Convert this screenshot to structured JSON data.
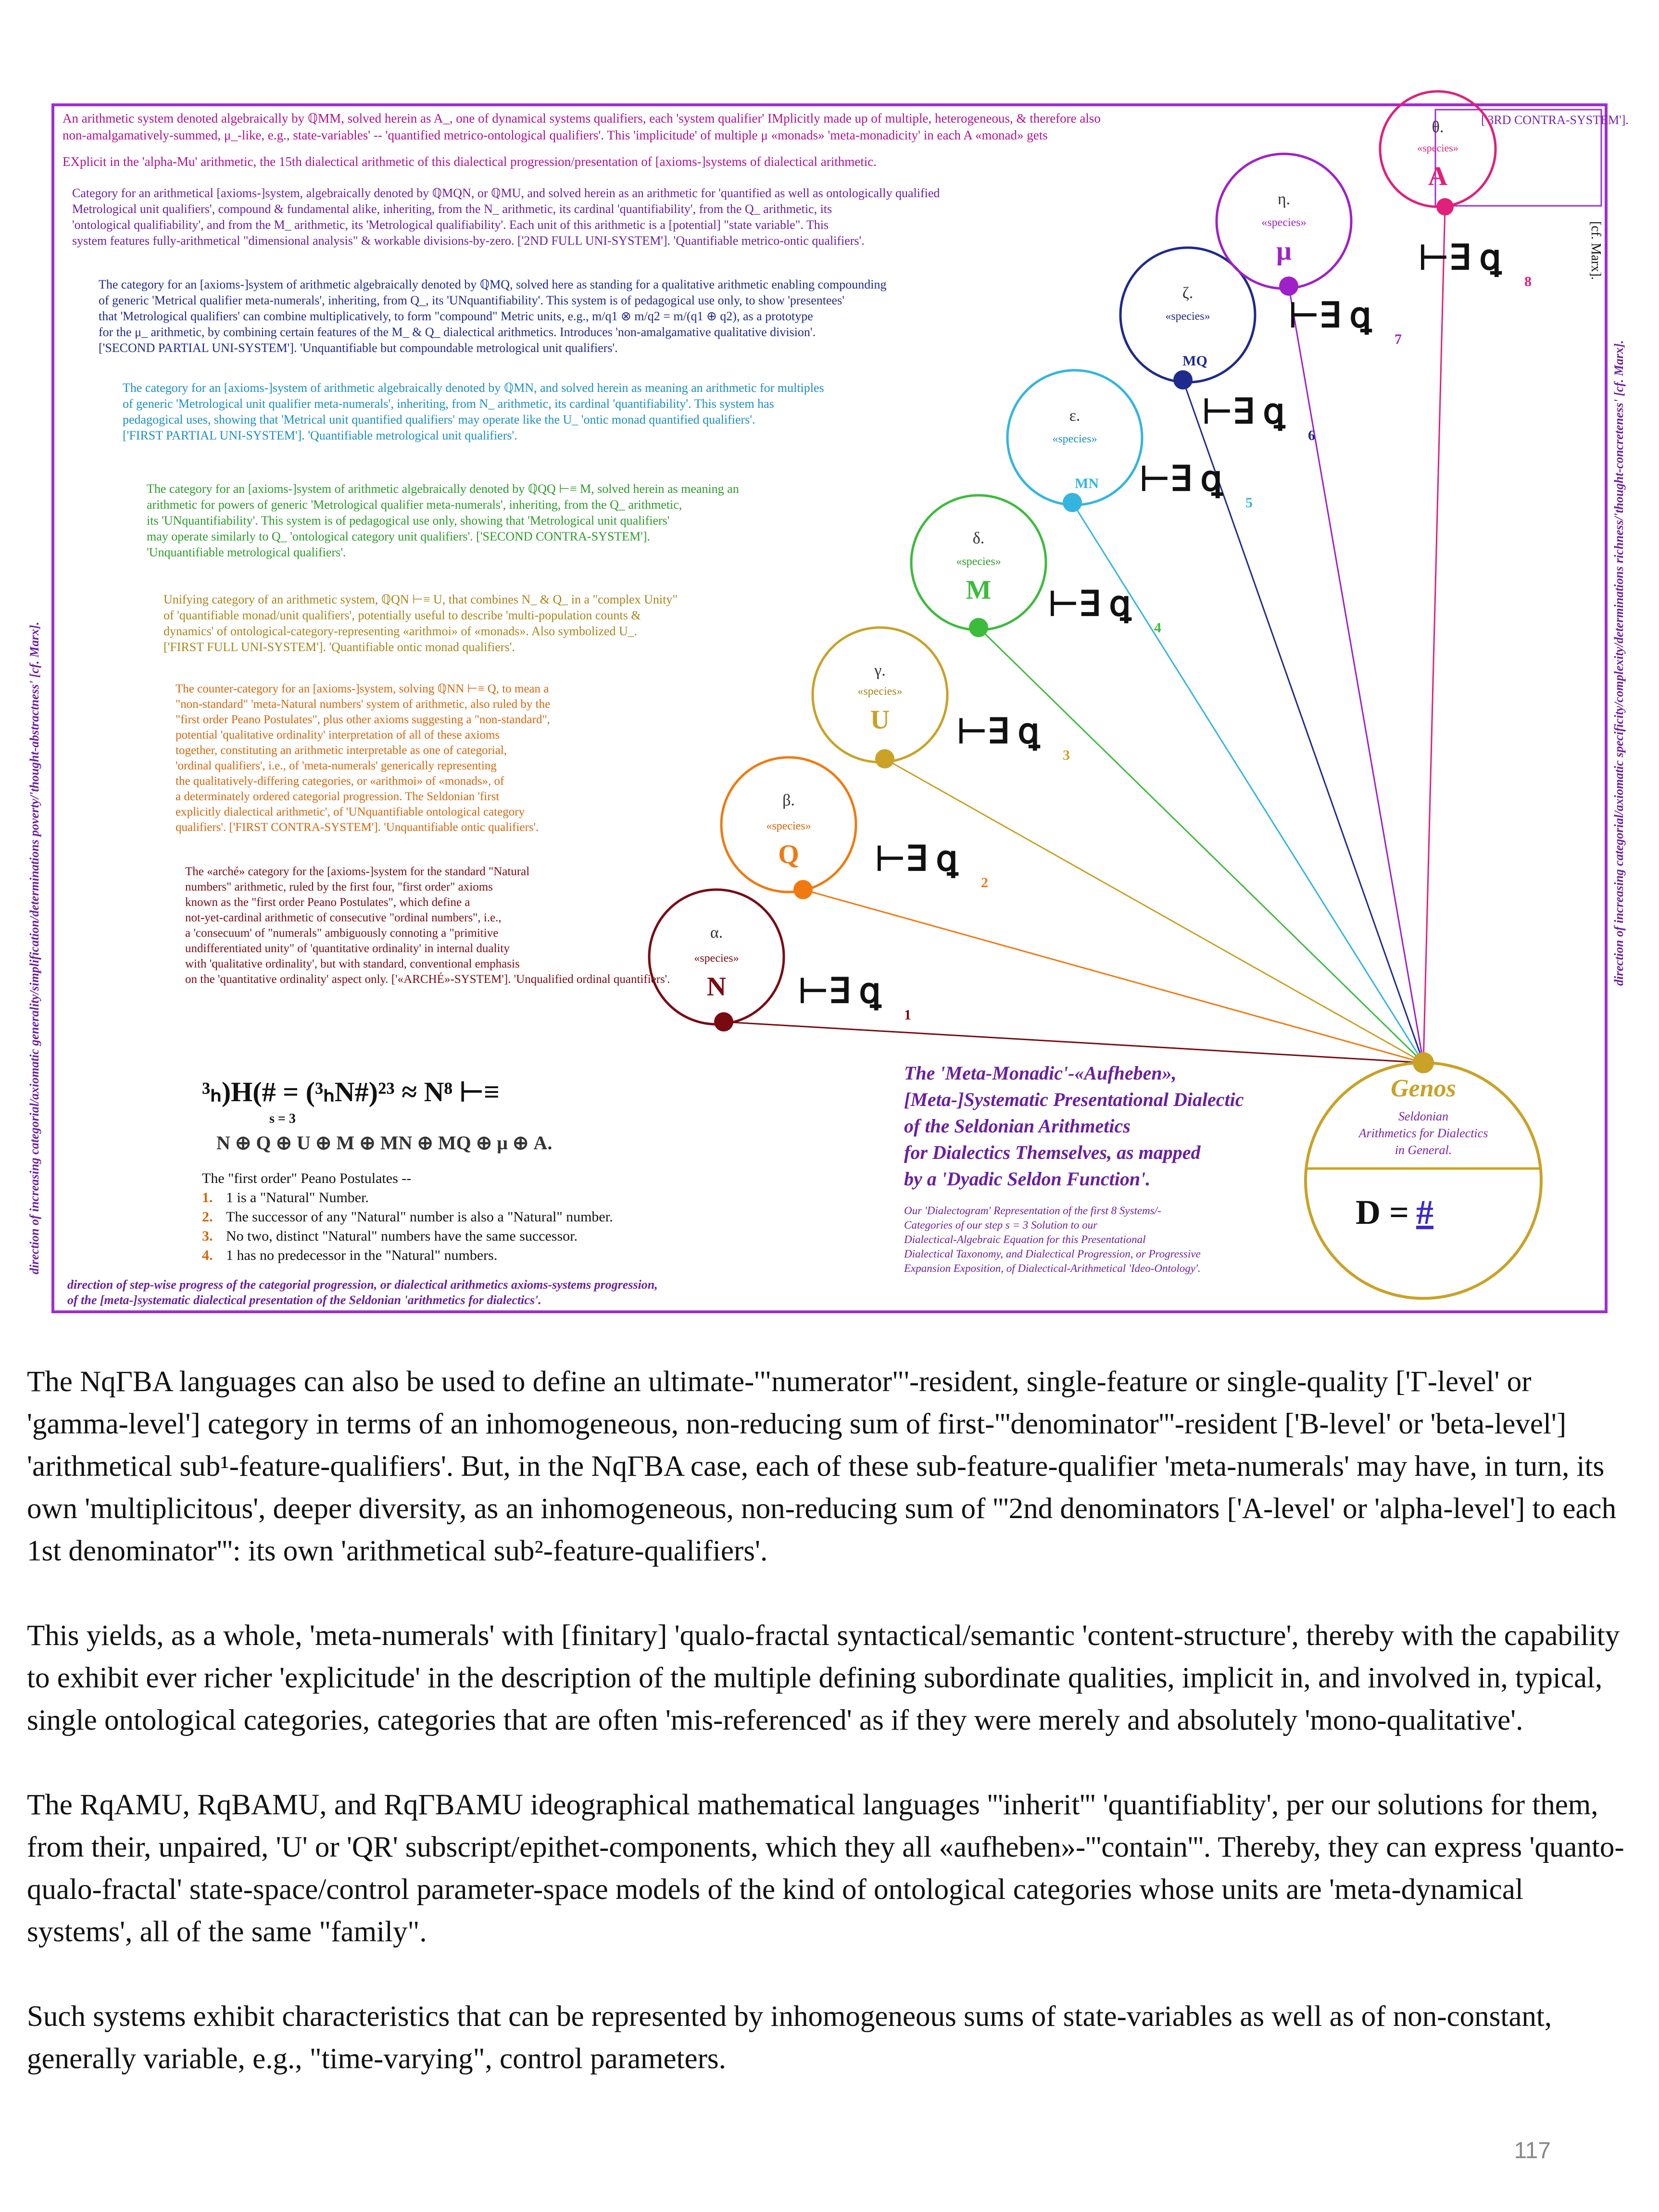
{
  "header_text": {
    "line1": "An arithmetic system denoted algebraically by ℚMM, solved herein as A_, one of dynamical systems qualifiers, each 'system qualifier' IMplicitly made up of multiple, heterogeneous, & therefore also",
    "line2": "non-amalgamatively-summed, μ_-like, e.g., state-variables' -- 'quantified metrico-ontological qualifiers'. This 'implicitude' of multiple μ «monads» 'meta-monadicity' in each A «monad» gets",
    "line3": "EXplicit in the 'alpha-Mu' arithmetic, the 15th dialectical arithmetic of this dialectical progression/presentation of [axioms-]systems of dialectical arithmetic.",
    "tag": "['3RD CONTRA-SYSTEM'].",
    "cf": "[cf. Marx]."
  },
  "blocks": [
    {
      "lines": [
        "Category for an arithmetical [axioms-]system, algebraically denoted by ℚMQN, or ℚMU, and solved herein as an arithmetic for 'quantified as well as ontologically qualified",
        "Metrological unit qualifiers', compound & fundamental alike, inheriting, from the N_ arithmetic, its cardinal 'quantifiability', from the Q_ arithmetic, its",
        "'ontological qualifiability', and from the M_ arithmetic, its 'Metrological qualifiability'. Each unit of this arithmetic is a [potential] \"state variable\". This",
        "system features fully-arithmetical \"dimensional analysis\" & workable divisions-by-zero. ['2ND FULL UNI-SYSTEM']. 'Quantifiable metrico-ontic qualifiers'."
      ]
    },
    {
      "lines": [
        "The category for an [axioms-]system of arithmetic algebraically denoted by ℚMQ, solved here as standing for a qualitative arithmetic enabling compounding",
        "of generic 'Metrical qualifier meta-numerals', inheriting, from Q_, its 'UNquantifiability'. This system is of pedagogical use only, to show 'presentees'",
        "that 'Metrological qualifiers' can combine multiplicatively, to form \"compound\" Metric units, e.g., m/q1 ⊗ m/q2 = m/(q1 ⊕ q2), as a prototype",
        "for the μ_ arithmetic, by combining certain features of the M_ & Q_ dialectical arithmetics. Introduces 'non-amalgamative qualitative division'.",
        "['SECOND PARTIAL UNI-SYSTEM']. 'Unquantifiable but compoundable metrological unit qualifiers'."
      ]
    },
    {
      "lines": [
        "The category for an [axioms-]system of arithmetic algebraically denoted by ℚMN, and solved herein as meaning an arithmetic for multiples",
        "of generic 'Metrological unit qualifier meta-numerals', inheriting, from N_ arithmetic, its cardinal 'quantifiability'. This system has",
        "pedagogical uses, showing that 'Metrical unit quantified qualifiers' may operate like the U_ 'ontic monad quantified qualifiers'.",
        "['FIRST PARTIAL UNI-SYSTEM']. 'Quantifiable metrological unit qualifiers'."
      ]
    },
    {
      "lines": [
        "The category for an [axioms-]system of arithmetic algebraically denoted by ℚQQ ⊢≡ M, solved herein as meaning an",
        "arithmetic for powers of generic 'Metrological qualifier meta-numerals', inheriting, from the Q_ arithmetic,",
        "its 'UNquantifiability'. This system is of pedagogical use only, showing that 'Metrological unit qualifiers'",
        "may operate similarly to Q_ 'ontological category unit qualifiers'. ['SECOND CONTRA-SYSTEM'].",
        "'Unquantifiable metrological qualifiers'."
      ]
    },
    {
      "lines": [
        "Unifying category of an arithmetic system, ℚQN ⊢≡ U, that combines N_ & Q_ in a \"complex Unity\"",
        "of 'quantifiable monad/unit qualifiers', potentially useful to describe 'multi-population counts &",
        "dynamics' of ontological-category-representing «arithmoi» of «monads». Also symbolized U_.",
        "['FIRST FULL UNI-SYSTEM']. 'Quantifiable ontic monad qualifiers'."
      ]
    },
    {
      "lines": [
        "The counter-category for an [axioms-]system, solving ℚNN ⊢≡ Q, to mean a",
        "\"non-standard\" 'meta-Natural numbers' system of arithmetic, also ruled by the",
        "\"first order Peano Postulates\", plus other axioms suggesting a \"non-standard\",",
        "potential 'qualitative ordinality' interpretation of all of these axioms",
        "together, constituting an arithmetic interpretable as one of categorial,",
        "'ordinal qualifiers', i.e., of 'meta-numerals' generically representing",
        "the qualitatively-differing categories, or «arithmoi» of «monads», of",
        "a determinately ordered categorial progression. The Seldonian 'first",
        "explicitly dialectical arithmetic', of 'UNquantifiable ontological category",
        "qualifiers'. ['FIRST CONTRA-SYSTEM']. 'Unquantifiable ontic qualifiers'."
      ]
    },
    {
      "lines": [
        "The «arché» category for the [axioms-]system for the standard \"Natural",
        "numbers\" arithmetic, ruled by the first four, \"first order\" axioms",
        "known as the \"first order Peano Postulates\", which define a",
        "not-yet-cardinal arithmetic of consecutive \"ordinal numbers\", i.e.,",
        "a 'consecuum' of \"numerals\" ambiguously connoting a \"primitive",
        "undifferentiated unity\" of 'quantitative ordinality' in internal duality",
        "with 'qualitative ordinality', but with standard, conventional emphasis",
        "on the 'quantitative ordinality' aspect only. ['«ARCHÉ»-SYSTEM']. 'Unqualified ordinal quantifiers'."
      ]
    }
  ],
  "species": [
    {
      "greek": "α.",
      "label": "«species»",
      "letter": "N",
      "num": "1",
      "color": "#7a0a12"
    },
    {
      "greek": "β.",
      "label": "«species»",
      "letter": "Q",
      "num": "2",
      "color": "#f07a10"
    },
    {
      "greek": "γ.",
      "label": "«species»",
      "letter": "U",
      "num": "3",
      "color": "#c9a227"
    },
    {
      "greek": "δ.",
      "label": "«species»",
      "letter": "M",
      "num": "4",
      "color": "#3dbb3d"
    },
    {
      "greek": "ε.",
      "label": "«species»",
      "letter": "MN",
      "num": "5",
      "color": "#33b5e0"
    },
    {
      "greek": "ζ.",
      "label": "«species»",
      "letter": "MQ",
      "num": "6",
      "color": "#1e2a8c"
    },
    {
      "greek": "η.",
      "label": "«species»",
      "letter": "μ",
      "num": "7",
      "color": "#a020c8"
    },
    {
      "greek": "θ.",
      "label": "«species»",
      "letter": "A",
      "num": "8",
      "color": "#e0207a"
    }
  ],
  "genos": {
    "title": "Genos",
    "line1": "Seldonian",
    "line2": "Arithmetics for Dialectics",
    "line3": "in General.",
    "formula_left": "D =",
    "formula_right": "#"
  },
  "title_box": {
    "line1": "The 'Meta-Monadic'-«Aufheben»,",
    "line2": "[Meta-]Systematic Presentational Dialectic",
    "line3": "of the Seldonian Arithmetics",
    "line4": "for Dialectics Themselves, as mapped",
    "line5": "by a 'Dyadic Seldon Function'.",
    "sub1": "Our 'Dialectogram' Representation of the first 8 Systems/-",
    "sub2": "Categories of our step s = 3 Solution to our",
    "sub3": "Dialectical-Algebraic Equation for this Presentational",
    "sub4": "Dialectical Taxonomy, and Dialectical Progression, or Progressive",
    "sub5": "Expansion Exposition, of Dialectical-Arithmetical 'Ideo-Ontology'."
  },
  "equation": {
    "main": "³ₕ)H(# = (³ₕN#)²³ ≈ N⁸ ⊢≡",
    "s": "s = 3",
    "sum": "N ⊕ Q ⊕ U ⊕ M ⊕ MN ⊕ MQ ⊕ μ ⊕ A."
  },
  "peano": {
    "title": "The \"first order\" Peano Postulates --",
    "items": [
      "1 is a \"Natural\" Number.",
      "The successor of any \"Natural\" number is also a \"Natural\" number.",
      "No two, distinct \"Natural\" numbers have the same successor.",
      "1 has no predecessor in the \"Natural\" numbers."
    ]
  },
  "side_labels": {
    "left": "direction of increasing categorial/axiomatic generality/simplification/determinations poverty/'thought-abstractness' [cf. Marx].",
    "right": "direction of increasing categorial/axiomatic specificity/complexity/determinations richness/'thought-concreteness' [cf. Marx].",
    "bottom1": "direction of step-wise progress of the categorial progression, or dialectical arithmetics axioms-systems progression,",
    "bottom2": "of the [meta-]systematic dialectical presentation of the Seldonian 'arithmetics for dialectics'."
  },
  "paragraphs": [
    "The NqΓBA languages can also be used to define an ultimate-'\"numerator\"'-resident, single-feature or single-quality ['Γ-level' or 'gamma-level'] category in terms of an inhomogeneous, non-reducing sum of first-'''denominator'''-resident ['B-level' or 'beta-level'] 'arithmetical sub¹-feature-qualifiers'. But, in the NqΓBA case, each of these sub-feature-qualifier 'meta-numerals' may have, in turn, its own 'multiplicitous', deeper diversity, as an inhomogeneous, non-reducing sum of '''2nd denominators ['A-level' or 'alpha-level'] to each 1st denominator''': its own 'arithmetical sub²-feature-qualifiers'.",
    "This yields, as a whole, 'meta-numerals' with [finitary] 'qualo-fractal syntactical/semantic 'content-structure', thereby with the capability to exhibit ever richer 'explicitude' in the description of the multiple defining subordinate qualities, implicit in, and involved in, typical, single ontological categories, categories that are often 'mis-referenced' as if they were merely and absolutely 'mono-qualitative'.",
    "The RqAMU, RqBAMU, and RqΓBAMU ideographical mathematical languages '''inherit''' 'quantifiablity', per our solutions for them, from their, unpaired, 'U' or 'QR' subscript/epithet-components, which they all «aufheben»-'''contain'''. Thereby, they can express 'quanto-qualo-fractal' state-space/control parameter-space models of the kind of ontological categories whose units are 'meta-dynamical systems', all of the same \"family\".",
    "Such systems exhibit characteristics that can be represented by inhomogeneous sums of state-variables as well as of non-constant, generally variable, e.g., \"time-varying\", control parameters."
  ],
  "page_number": "117"
}
